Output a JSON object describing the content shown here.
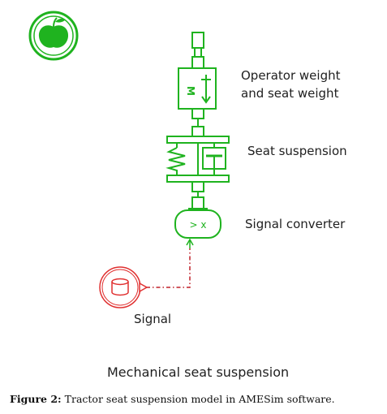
{
  "components": {
    "operator": {
      "label_line1": "Operator weight",
      "label_line2": "and seat weight",
      "glyph_mass": "M"
    },
    "suspension": {
      "label": "Seat suspension"
    },
    "converter": {
      "label": "Signal converter",
      "glyph": "> x"
    },
    "signal": {
      "label": "Signal"
    }
  },
  "diagram_title": "Mechanical seat suspension",
  "caption": {
    "prefix": "Figure 2:",
    "text": "Tractor seat suspension model in AMESim software."
  },
  "colors": {
    "mechanical": "#1fb31f",
    "signal_source": "#e03030",
    "signal_line": "#c0202a",
    "text": "#1f1f1f"
  },
  "icons": {
    "logo": "apple-logo-icon",
    "mass": "mass-block-icon",
    "spring_damper": "spring-damper-icon",
    "converter": "signal-converter-icon",
    "source": "signal-source-icon"
  }
}
